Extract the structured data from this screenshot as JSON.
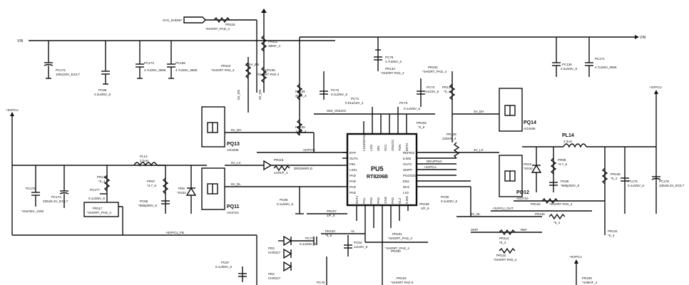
{
  "nets": {
    "vin_left": "VIN",
    "vin_right": "VIN",
    "sys_shdn": "SYS_SHDN#",
    "plus5vpcu": "+5VPCU",
    "plus3vpcu": "+3VPCU",
    "plus5vpcu_bottom": "+5VPCU",
    "v5_dh": "5V_DH",
    "v5_lx": "5V_LX",
    "v5_dl": "5V_DL",
    "v3_dh": "3V_DH",
    "v3_lx": "3V_LX",
    "v3_dl": "3V_DL",
    "v5_en": "5V_EN",
    "v3_en": "3V_EN",
    "v235_en": "235V_EN",
    "s5_onldo": "S5S_ONLDO",
    "plus5vpcu_fb": "+5VPCU_FB",
    "plus3vpcu_out": "+3VPCU_OUT",
    "vl": "VL",
    "ref": "REF",
    "skip": "SKIP",
    "plus3vpcu_pin": "+3VPCU",
    "dr_down": "DRDWNPLD",
    "ndr_up": "DRUPPLD"
  },
  "ic": {
    "refdes": "PU5",
    "part": "RT8206B",
    "pins_left": [
      "BYP",
      "OUT1",
      "FB1",
      "LX01",
      "PAD",
      "PAD",
      "PAD",
      "PAD"
    ],
    "pins_right": [
      "REFIN2",
      "ILIM2",
      "OUT2",
      "SKIP#",
      "PGOOD2",
      "EN2",
      "DH2",
      "LX2"
    ],
    "pins_top": [
      "LDOREFIN",
      "LDO",
      "VIN",
      "VCC",
      "ONLDO",
      "TON",
      "BST2"
    ],
    "pins_bottom": [
      "BST1",
      "PGL",
      "PAD",
      "PAD",
      "GND",
      "PAD",
      "DL2",
      "ILIM1"
    ]
  },
  "components": {
    "pr118": {
      "ref": "PR118",
      "val": "*SHORT_PAD_4"
    },
    "pr111": {
      "ref": "PR111",
      "val": "39KIF_4"
    },
    "pr110": {
      "ref": "PR110",
      "val": "*SHORT PAD_4"
    },
    "pr106": {
      "ref": "PR106",
      "val": "*SHORT PAD 4"
    },
    "pc172": {
      "ref": "PC172",
      "val": "100u/20V_EX3.7"
    },
    "pc88": {
      "ref": "PC88",
      "val": "2.2u/25V_8"
    },
    "pc173": {
      "ref": "PC173",
      "val": "4.7u/25V_0805"
    },
    "pc169": {
      "ref": "PC169",
      "val": "4.7u/25V_0805"
    },
    "pc79": {
      "ref": "PC79",
      "val": "4.7u/25V_6"
    },
    "pr133": {
      "ref": "PR133",
      "val": "*SHORT PAD_4"
    },
    "pr232": {
      "ref": "PR232",
      "val": "*SHORT_PAD_4"
    },
    "pc136": {
      "ref": "PC136",
      "val": "2.2u/25V_8"
    },
    "pc171": {
      "ref": "PC171",
      "val": "4.7u/25V_0805"
    },
    "pr135": {
      "ref": "PR135",
      "val": "200K_4"
    },
    "pc72": {
      "ref": "PC72",
      "val": "0.1u/25V_6"
    },
    "pc71": {
      "ref": "PC71",
      "val": "0.01u/16V_4"
    },
    "pc74": {
      "ref": "PC74",
      "val": "1u/10V_6"
    },
    "pr134": {
      "ref": "PR134",
      "val": "*0_4"
    },
    "pr136": {
      "ref": "PR136",
      "val": "100K_4"
    },
    "pc73": {
      "ref": "PC73",
      "val": "0.1u/25V_6"
    },
    "pr233": {
      "ref": "PR233",
      "val": "*0_6"
    },
    "pq13": {
      "ref": "PQ13",
      "val": "AO4468"
    },
    "pq11": {
      "ref": "PQ11",
      "val": "AO4710"
    },
    "pq14": {
      "ref": "PQ14",
      "val": "AO4468"
    },
    "pq12": {
      "ref": "PQ12",
      "val": "AO4710"
    },
    "pl13": {
      "ref": "PL13",
      "val": "2.2uH"
    },
    "pl14": {
      "ref": "PL14",
      "val": "2.2uH"
    },
    "pr116": {
      "ref": "PR116",
      "val": "147K/F_4"
    },
    "pr130": {
      "ref": "PR130",
      "val": "*0_4"
    },
    "pc177": {
      "ref": "PC177",
      "val": "0.1u/25V_6"
    },
    "pr97": {
      "ref": "PR97",
      "val": "*4.7_6"
    },
    "pd9": {
      "ref": "PD9",
      "val": "*SX34"
    },
    "pc85": {
      "ref": "PC85",
      "val": "*680p/50V_8"
    },
    "pc174": {
      "ref": "PC174",
      "val": "330u/6.3V_EX3.7"
    },
    "pc176": {
      "ref": "PC176",
      "val": "*10u/25V_1206"
    },
    "pr117": {
      "ref": "PR117",
      "val": "*SHORT_PAD_4"
    },
    "pc86": {
      "ref": "PC86",
      "val": "0.1u/25V_6"
    },
    "pr107": {
      "ref": "PR107",
      "val": "1/F_6"
    },
    "pr108": {
      "ref": "PR108",
      "val": "1/F_6"
    },
    "pc90": {
      "ref": "PC90",
      "val": "0.1u/25V_6"
    },
    "pr139": {
      "ref": "PR139",
      "val": "226K/F_4"
    },
    "pd10": {
      "ref": "PD10",
      "val": "*SX34"
    },
    "pr98": {
      "ref": "PR98",
      "val": "*4.7_6"
    },
    "pc89": {
      "ref": "PC89",
      "val": "*680p/50V_8"
    },
    "pr138": {
      "ref": "PR138",
      "val": "*0_4"
    },
    "pc175": {
      "ref": "PC175",
      "val": "0.1u/25V_6"
    },
    "pc178": {
      "ref": "PC178",
      "val": "330u/6.3V_EX3.7"
    },
    "pr134b": {
      "ref": "PR134",
      "val": "*SHORT PAD_4"
    },
    "pr135b": {
      "ref": "PR135",
      "val": "*0_4"
    },
    "pr113": {
      "ref": "PR113",
      "val": "*0_4"
    },
    "pr115": {
      "ref": "PR115",
      "val": "*SHORT PAD_4"
    },
    "pr131": {
      "ref": "PR131",
      "val": "*0_4"
    },
    "pr103": {
      "ref": "PR103",
      "val": "*0_6"
    },
    "pc84": {
      "ref": "PC84",
      "val": "1u/10V_6"
    },
    "pr231": {
      "ref": "PR231",
      "val": "*SHORT_PAD_4"
    },
    "pr230": {
      "ref": "PR230",
      "val": "*SHORT_PAD_4"
    },
    "pr104": {
      "ref": "PR104",
      "val": "*SHORT PAD 6"
    },
    "pd3": {
      "ref": "PD3",
      "val": "CHR217"
    },
    "pd4": {
      "ref": "PD4",
      "val": "CHR217"
    },
    "pc77": {
      "ref": "PC77",
      "val": "0.1u/25V_6"
    },
    "pc87": {
      "ref": "PC87",
      "val": "0.1u/50V_6"
    },
    "pc75": {
      "ref": "PC75",
      "val": ""
    },
    "pr109": {
      "ref": "PR109",
      "val": "*100K/F_4"
    }
  }
}
